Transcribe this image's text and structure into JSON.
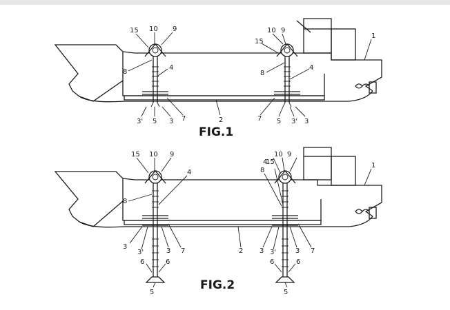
{
  "figures": [
    {
      "caption": "FIG.1",
      "labels": {
        "l15a": "15",
        "l10a": "10",
        "l9a": "9",
        "l8a": "8",
        "l4a": "4",
        "l10b": "10",
        "l9b": "9",
        "l15b": "15",
        "l8b": "8",
        "l4b": "4",
        "l1": "1",
        "l3pa": "3'",
        "l5a": "5",
        "l3a": "3",
        "l7a": "7",
        "l2": "2",
        "l7b": "7",
        "l5b": "5",
        "l3pb": "3'",
        "l3b": "3"
      }
    },
    {
      "caption": "FIG.2",
      "labels": {
        "l15a": "15",
        "l10a": "10",
        "l9a": "9",
        "l8a": "8",
        "l4a": "4",
        "l8b": "8",
        "l4b": "4",
        "l15b": "15",
        "l10b": "10",
        "l9b": "9",
        "l1": "1",
        "l3a": "3",
        "l3pa": "3'",
        "l3b": "3",
        "l7a": "7",
        "l2": "2",
        "l3c": "3",
        "l3pb": "3'",
        "l3d": "3",
        "l7b": "7",
        "l6a": "6",
        "l6b": "6",
        "l5a": "5",
        "l6c": "6",
        "l6d": "6",
        "l5b": "5"
      }
    }
  ]
}
